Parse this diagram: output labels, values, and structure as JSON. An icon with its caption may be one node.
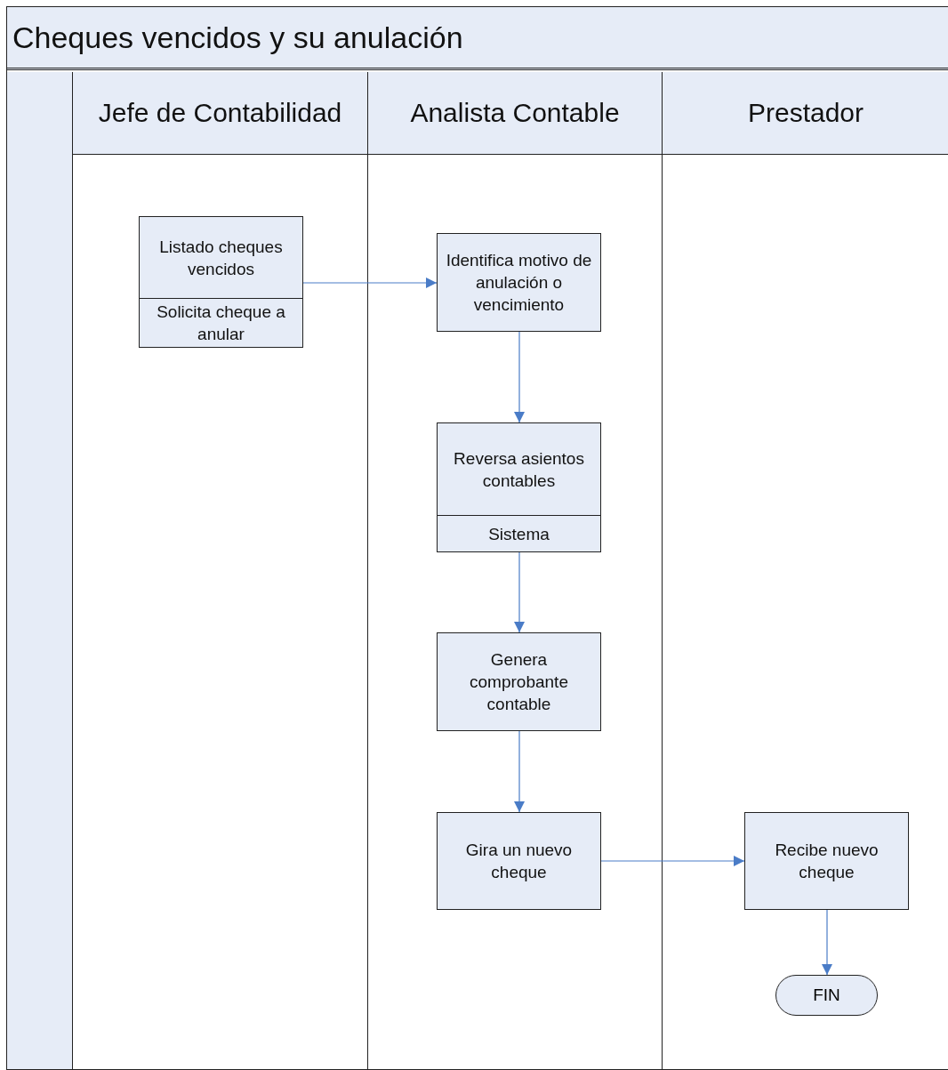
{
  "diagram": {
    "nodes": [
      {
        "text": [
          "Cheques vencidos y su anulación"
        ]
      },
      {
        "text": [
          "Jefe de Contabilidad"
        ],
        "in": 0
      },
      {
        "text": [
          "Analista Contable"
        ],
        "in": 0
      },
      {
        "text": [
          "Prestador"
        ],
        "in": 0
      },
      {
        "text": [
          "Listado cheques vencidos",
          "Solicita cheque a anular"
        ],
        "in": 1
      },
      {
        "text": [
          "Identifica motivo de anulación o vencimiento"
        ],
        "in": 2
      },
      {
        "text": [
          "Reversa asientos contables",
          "Sistema"
        ],
        "in": 2
      },
      {
        "text": [
          "Genera comprobante contable"
        ],
        "in": 2
      },
      {
        "text": [
          "Gira un nuevo cheque"
        ],
        "in": 2
      },
      {
        "text": [
          "Recibe nuevo cheque"
        ],
        "in": 3
      },
      {
        "text": [
          "FIN"
        ],
        "in": 3
      }
    ],
    "edges": [
      {
        "from": 4,
        "to": 5,
        "arrow": "to"
      },
      {
        "from": 5,
        "to": 6,
        "arrow": "to"
      },
      {
        "from": 6,
        "to": 7,
        "arrow": "to"
      },
      {
        "from": 7,
        "to": 8,
        "arrow": "to"
      },
      {
        "from": 8,
        "to": 9,
        "arrow": "to"
      },
      {
        "from": 9,
        "to": 10,
        "arrow": "to"
      }
    ]
  }
}
